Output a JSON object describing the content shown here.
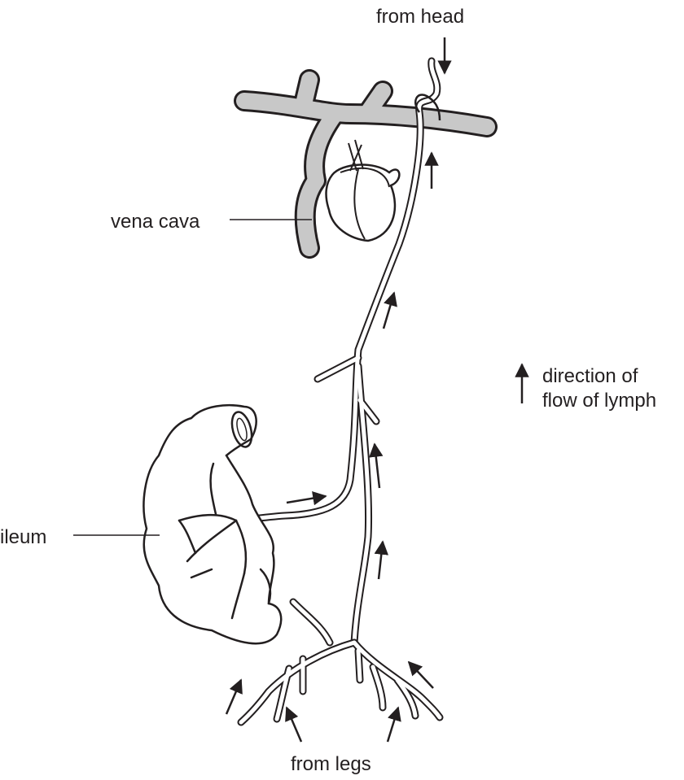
{
  "labels": {
    "from_head": "from head",
    "vena_cava": "vena cava",
    "legend_line1": "direction of",
    "legend_line2": "flow of lymph",
    "ileum": "ileum",
    "from_legs": "from legs"
  },
  "colors": {
    "ink": "#231f20",
    "vein_grey": "#c8c8c8",
    "background": "#ffffff"
  }
}
